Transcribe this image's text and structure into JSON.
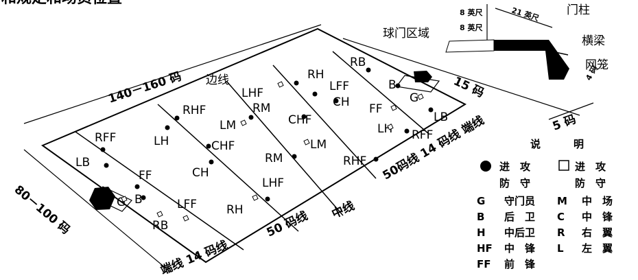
{
  "title_partial": "和规定和场员位置",
  "field": {
    "sideline_label": "边线",
    "length_label": "140－160 码",
    "width_label": "80－100 码",
    "endline_bottom": "端线 14 码线",
    "endline_right": "50码线 14 码线 端线",
    "line_50_left": "50 码线",
    "center_line": "中线"
  },
  "goal": {
    "goal_area": "球门区域",
    "post": "门柱",
    "crossbar": "横梁",
    "cage": "网笼",
    "height": "8 英尺",
    "depth_small": "8 英尺",
    "width": "21 英尺",
    "dist_15": "15 码",
    "dist_5": "5 码",
    "tiny": "4 码"
  },
  "positions": [
    {
      "id": "rb-top",
      "text": "RB"
    },
    {
      "id": "rh-top",
      "text": "RH"
    },
    {
      "id": "lff-top",
      "text": "LFF"
    },
    {
      "id": "b-top",
      "text": "B"
    },
    {
      "id": "g-top",
      "text": "G"
    },
    {
      "id": "lhf-top",
      "text": "LHF"
    },
    {
      "id": "ch-top",
      "text": "CH"
    },
    {
      "id": "ff-top",
      "text": "FF"
    },
    {
      "id": "lb-top",
      "text": "LB"
    },
    {
      "id": "rhf-left",
      "text": "RHF"
    },
    {
      "id": "rm-top",
      "text": "RM"
    },
    {
      "id": "chf-top",
      "text": "CHF"
    },
    {
      "id": "lh-right",
      "text": "LH"
    },
    {
      "id": "rff-right",
      "text": "RFF"
    },
    {
      "id": "lm-top",
      "text": "LM"
    },
    {
      "id": "rff-left",
      "text": "RFF"
    },
    {
      "id": "lh-left",
      "text": "LH"
    },
    {
      "id": "chf-left",
      "text": "CHF"
    },
    {
      "id": "lm-mid",
      "text": "LM"
    },
    {
      "id": "rm-mid",
      "text": "RM"
    },
    {
      "id": "rhf-mid",
      "text": "RHF"
    },
    {
      "id": "lb-left",
      "text": "LB"
    },
    {
      "id": "ff-left",
      "text": "FF"
    },
    {
      "id": "ch-left",
      "text": "CH"
    },
    {
      "id": "b-left",
      "text": "B"
    },
    {
      "id": "g-left",
      "text": "G"
    },
    {
      "id": "lff-bottom",
      "text": "LFF"
    },
    {
      "id": "rb-bottom",
      "text": "RB"
    },
    {
      "id": "lhf-bottom",
      "text": "LHF"
    },
    {
      "id": "rh-bottom",
      "text": "RH"
    }
  ],
  "legend": {
    "title_a": "说",
    "title_b": "明",
    "attack_label": "进　攻",
    "defend_label": "防　守",
    "attack_label2": "进　攻",
    "defend_label2": "防　守",
    "rows": [
      {
        "code": "G",
        "name": "守门员",
        "code2": "M",
        "name2": "中　场"
      },
      {
        "code": "B",
        "name": "后　卫",
        "code2": "C",
        "name2": "中　锋"
      },
      {
        "code": "H",
        "name": "中后卫",
        "code2": "R",
        "name2": "右　翼"
      },
      {
        "code": "HF",
        "name": "中　锋",
        "code2": "L",
        "name2": "左　翼"
      },
      {
        "code": "FF",
        "name": "前　锋",
        "code2": "",
        "name2": ""
      }
    ]
  }
}
